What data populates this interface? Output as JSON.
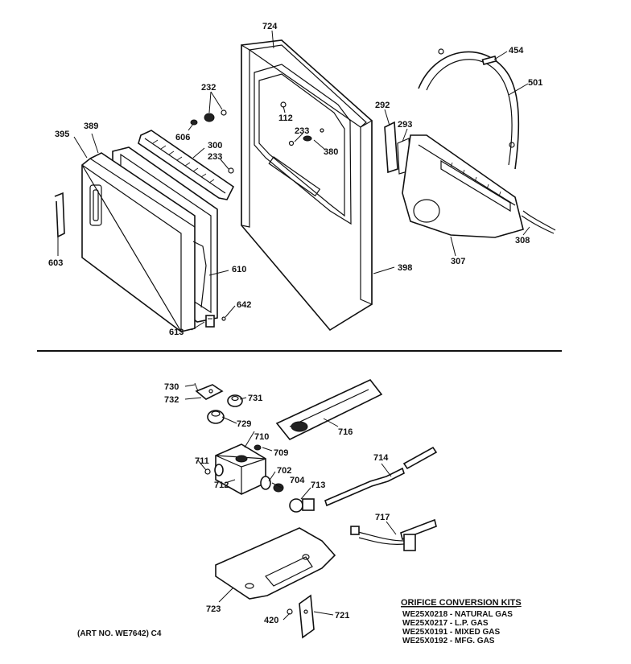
{
  "labels": {
    "p724a": "724",
    "p454": "454",
    "p501": "501",
    "p232": "232",
    "p112": "112",
    "p292": "292",
    "p293": "293",
    "p233a": "233",
    "p380": "380",
    "p395": "395",
    "p389": "389",
    "p606": "606",
    "p300": "300",
    "p233b": "233",
    "p308": "308",
    "p307": "307",
    "p398": "398",
    "p603": "603",
    "p610": "610",
    "p642": "642",
    "p613": "613",
    "p730": "730",
    "p732": "732",
    "p731": "731",
    "p729": "729",
    "p716": "716",
    "p710": "710",
    "p709": "709",
    "p711": "711",
    "p714": "714",
    "p702": "702",
    "p712": "712",
    "p704": "704",
    "p713": "713",
    "p717": "717",
    "p723": "723",
    "p420": "420",
    "p721": "721"
  },
  "kits": {
    "title": "ORIFICE CONVERSION KITS",
    "rows": [
      "WE25X0218 - NATURAL GAS",
      "WE25X0217 - L.P. GAS",
      "WE25X0191 - MIXED GAS",
      "WE25X0192 - MFG. GAS"
    ]
  },
  "art_no": "(ART NO. WE7642) C4"
}
